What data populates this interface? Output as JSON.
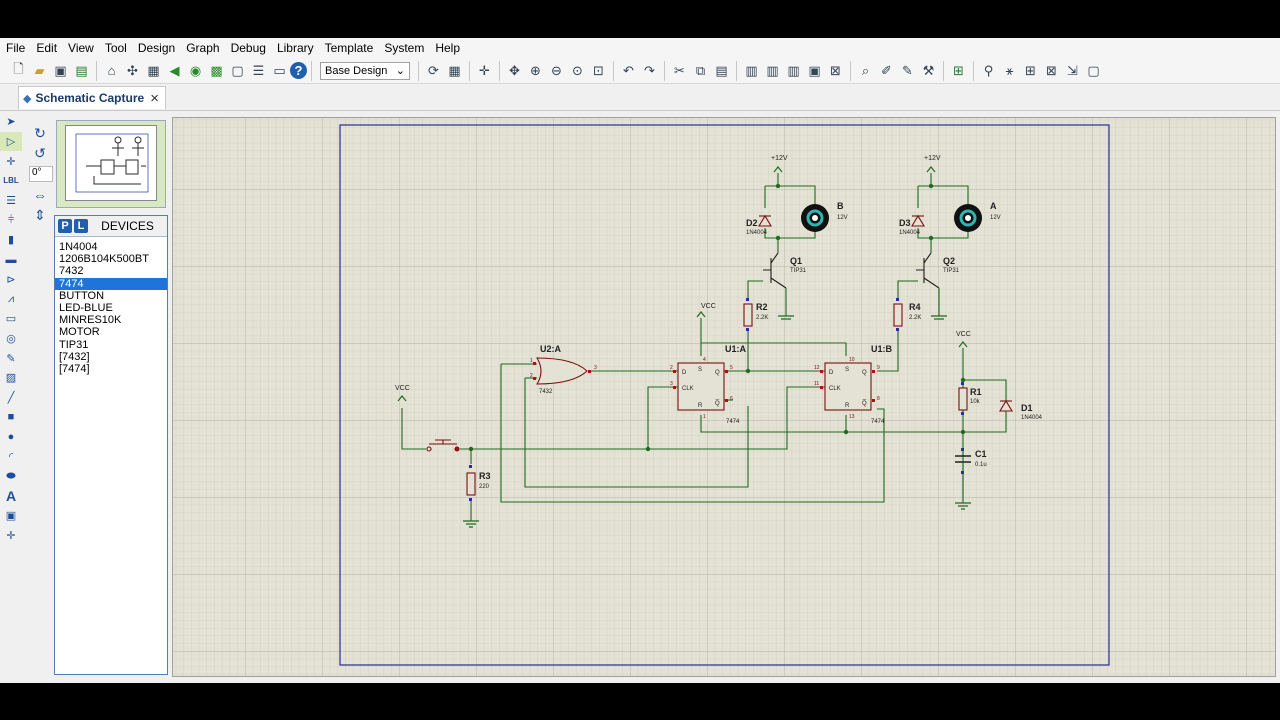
{
  "menu": [
    "File",
    "Edit",
    "View",
    "Tool",
    "Design",
    "Graph",
    "Debug",
    "Library",
    "Template",
    "System",
    "Help"
  ],
  "toolbar": {
    "design_select": "Base Design",
    "icons": [
      "new-file-icon",
      "open-folder-icon",
      "save-icon",
      "import-icon",
      "home-icon",
      "schematic-icon",
      "pcb-icon",
      "gerber-icon",
      "3d-view-icon",
      "bom-icon",
      "source-icon",
      "notes-icon",
      "help-icon"
    ]
  },
  "tab": {
    "label": "Schematic Capture"
  },
  "left_tools": {
    "angle": "0°",
    "labels": [
      "LBL"
    ]
  },
  "devices": {
    "header": "DEVICES",
    "p_label": "P",
    "l_label": "L",
    "items": [
      "1N4004",
      "1206B104K500BT",
      "7432",
      "7474",
      "BUTTON",
      "LED-BLUE",
      "MINRES10K",
      "MOTOR",
      "TIP31",
      "[7432]",
      "[7474]"
    ],
    "selected_index": 3
  },
  "schematic": {
    "vcc": "VCC",
    "plus12": "+12V",
    "d2": "D2",
    "d3": "D3",
    "d1": "D1",
    "diode_part": "1N4004",
    "motor_b": "B",
    "motor_a": "A",
    "motor_v": "12V",
    "q1": "Q1",
    "q2": "Q2",
    "transistor_part": "TIP31",
    "r2": "R2",
    "r4": "R4",
    "r_2k2": "2.2K",
    "r1": "R1",
    "r1_val": "10k",
    "r3": "R3",
    "r3_val": "220",
    "c1": "C1",
    "c1_val": "0.1u",
    "u2a": "U2:A",
    "u2_part": "7432",
    "u1a": "U1:A",
    "u1b": "U1:B",
    "u1_part": "7474",
    "pin_d": "D",
    "pin_clk": "CLK",
    "pin_q": "Q",
    "pin_qbar": "Q̅",
    "pin_s": "S",
    "pin_r": "R",
    "pin_u2_1": "1",
    "pin_u2_2": "2",
    "pin_u2_3": "3",
    "pin_u1a_2": "2",
    "pin_u1a_3": "3",
    "pin_u1a_5": "5",
    "pin_u1a_6": "6",
    "pin_u1a_4": "4",
    "pin_u1a_1": "1",
    "pin_u1b_12": "12",
    "pin_u1b_11": "11",
    "pin_u1b_9": "9",
    "pin_u1b_8": "8",
    "pin_u1b_10": "10",
    "pin_u1b_13": "13"
  }
}
